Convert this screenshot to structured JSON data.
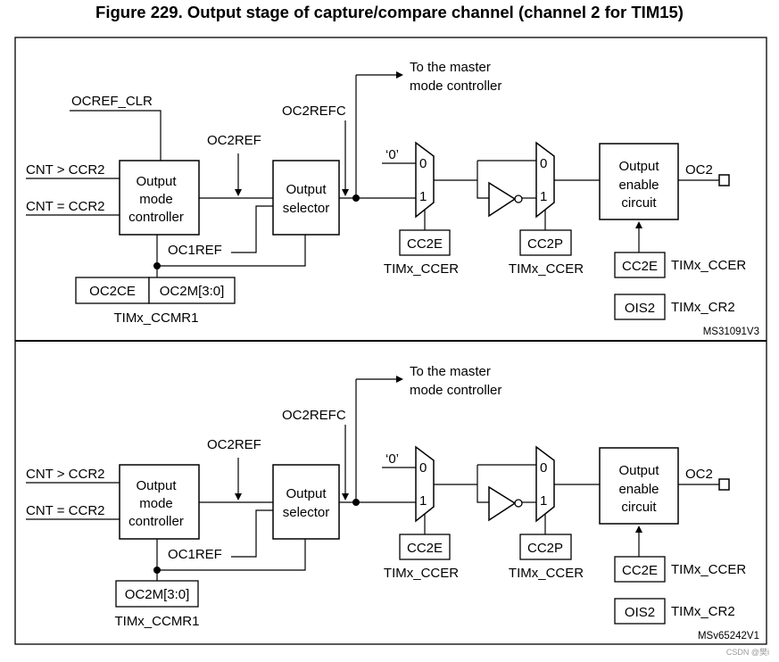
{
  "title": "Figure 229. Output stage of capture/compare channel (channel 2 for TIM15)",
  "panels": [
    {
      "id": "top",
      "labels": {
        "ocref_clr": "OCREF_CLR",
        "cnt_gt": "CNT > CCR2",
        "cnt_eq": "CNT = CCR2",
        "omc": [
          "Output",
          "mode",
          "controller"
        ],
        "oc2ref": "OC2REF",
        "os": [
          "Output",
          "selector"
        ],
        "oc1ref": "OC1REF",
        "oc2refc": "OC2REFC",
        "master": [
          "To the master",
          "mode controller"
        ],
        "zero": "‘0’",
        "mux_0": "0",
        "mux_1": "1",
        "cc2e": "CC2E",
        "cc2p": "CC2P",
        "ccer": "TIMx_CCER",
        "oe": [
          "Output",
          "enable",
          "circuit"
        ],
        "oc2": "OC2",
        "oe_cc2e": "CC2E",
        "oe_ccer": "TIMx_CCER",
        "ois2": "OIS2",
        "cr2": "TIMx_CR2",
        "oc2ce": "OC2CE",
        "oc2m": "OC2M[3:0]",
        "ccmr1": "TIMx_CCMR1",
        "ref": "MS31091V3"
      }
    },
    {
      "id": "bottom",
      "labels": {
        "cnt_gt": "CNT > CCR2",
        "cnt_eq": "CNT = CCR2",
        "omc": [
          "Output",
          "mode",
          "controller"
        ],
        "oc2ref": "OC2REF",
        "os": [
          "Output",
          "selector"
        ],
        "oc1ref": "OC1REF",
        "oc2refc": "OC2REFC",
        "master": [
          "To the master",
          "mode controller"
        ],
        "zero": "‘0’",
        "mux_0": "0",
        "mux_1": "1",
        "cc2e": "CC2E",
        "cc2p": "CC2P",
        "ccer": "TIMx_CCER",
        "oe": [
          "Output",
          "enable",
          "circuit"
        ],
        "oc2": "OC2",
        "oe_cc2e": "CC2E",
        "oe_ccer": "TIMx_CCER",
        "ois2": "OIS2",
        "cr2": "TIMx_CR2",
        "oc2m": "OC2M[3:0]",
        "ccmr1": "TIMx_CCMR1",
        "ref": "MSv65242V1"
      }
    }
  ],
  "watermark": "CSDN @樊i"
}
